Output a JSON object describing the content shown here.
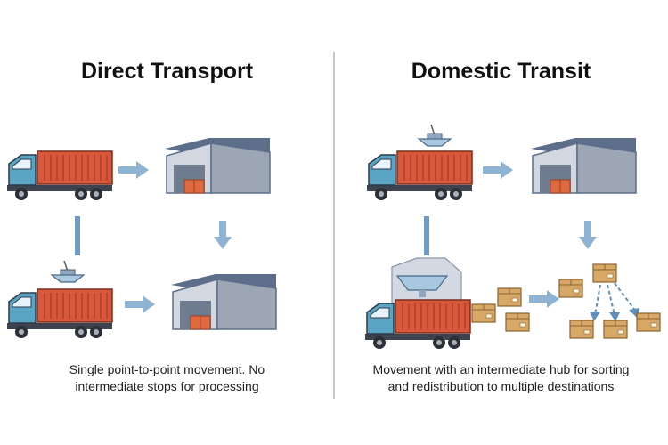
{
  "left_panel": {
    "title": "Direct Transport",
    "caption_lines": [
      "Single point-to-point movement. No",
      "intermediate stops for processing"
    ]
  },
  "right_panel": {
    "title": "Domestic Transit",
    "caption_lines": [
      "Movement with an intermediate hub for sorting",
      "and redistribution to multiple destinations"
    ]
  },
  "colors": {
    "container": "#d9573a",
    "truck_cab": "#5aa4c4",
    "warehouse_roof": "#5d6e8a",
    "warehouse_wall": "#d2d7e0",
    "arrow": "#8fb3d3",
    "box": "#d8a866",
    "divider": "#9aa3ad"
  },
  "icons": [
    "container-truck-icon",
    "warehouse-icon",
    "crane-icon",
    "sorting-hub-icon",
    "parcel-box-icon",
    "arrow-icon"
  ]
}
